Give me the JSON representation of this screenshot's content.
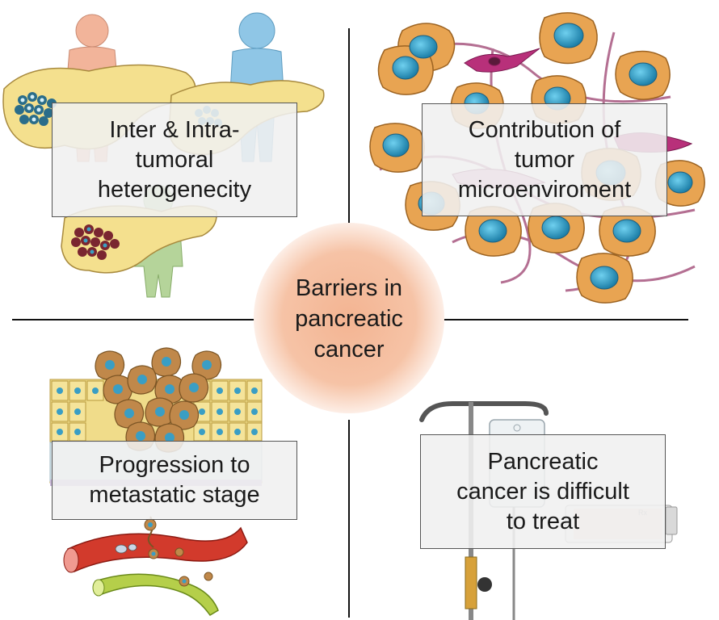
{
  "center": {
    "title": "Barriers in\npancreatic\ncancer"
  },
  "quadrants": {
    "top_left": {
      "label": "Inter & Intra-\ntumoral\nheterogenecity"
    },
    "top_right": {
      "label": "Contribution of\ntumor\nmicroenviroment"
    },
    "bottom_left": {
      "label": "Progression to\nmetastatic stage"
    },
    "bottom_right": {
      "label": "Pancreatic\ncancer is difficult\nto treat"
    }
  },
  "iv_bag": {
    "marking": "Rx"
  },
  "colors": {
    "center_glow": "#f3b492",
    "pancreas": "#f4e08e",
    "tumor_cell": "#e8a452",
    "nucleus": "#3a9ec4",
    "stromal_cell": "#b8307a",
    "blood_vessel": "#d23a2c",
    "lymph_vessel": "#b5cf4a"
  }
}
